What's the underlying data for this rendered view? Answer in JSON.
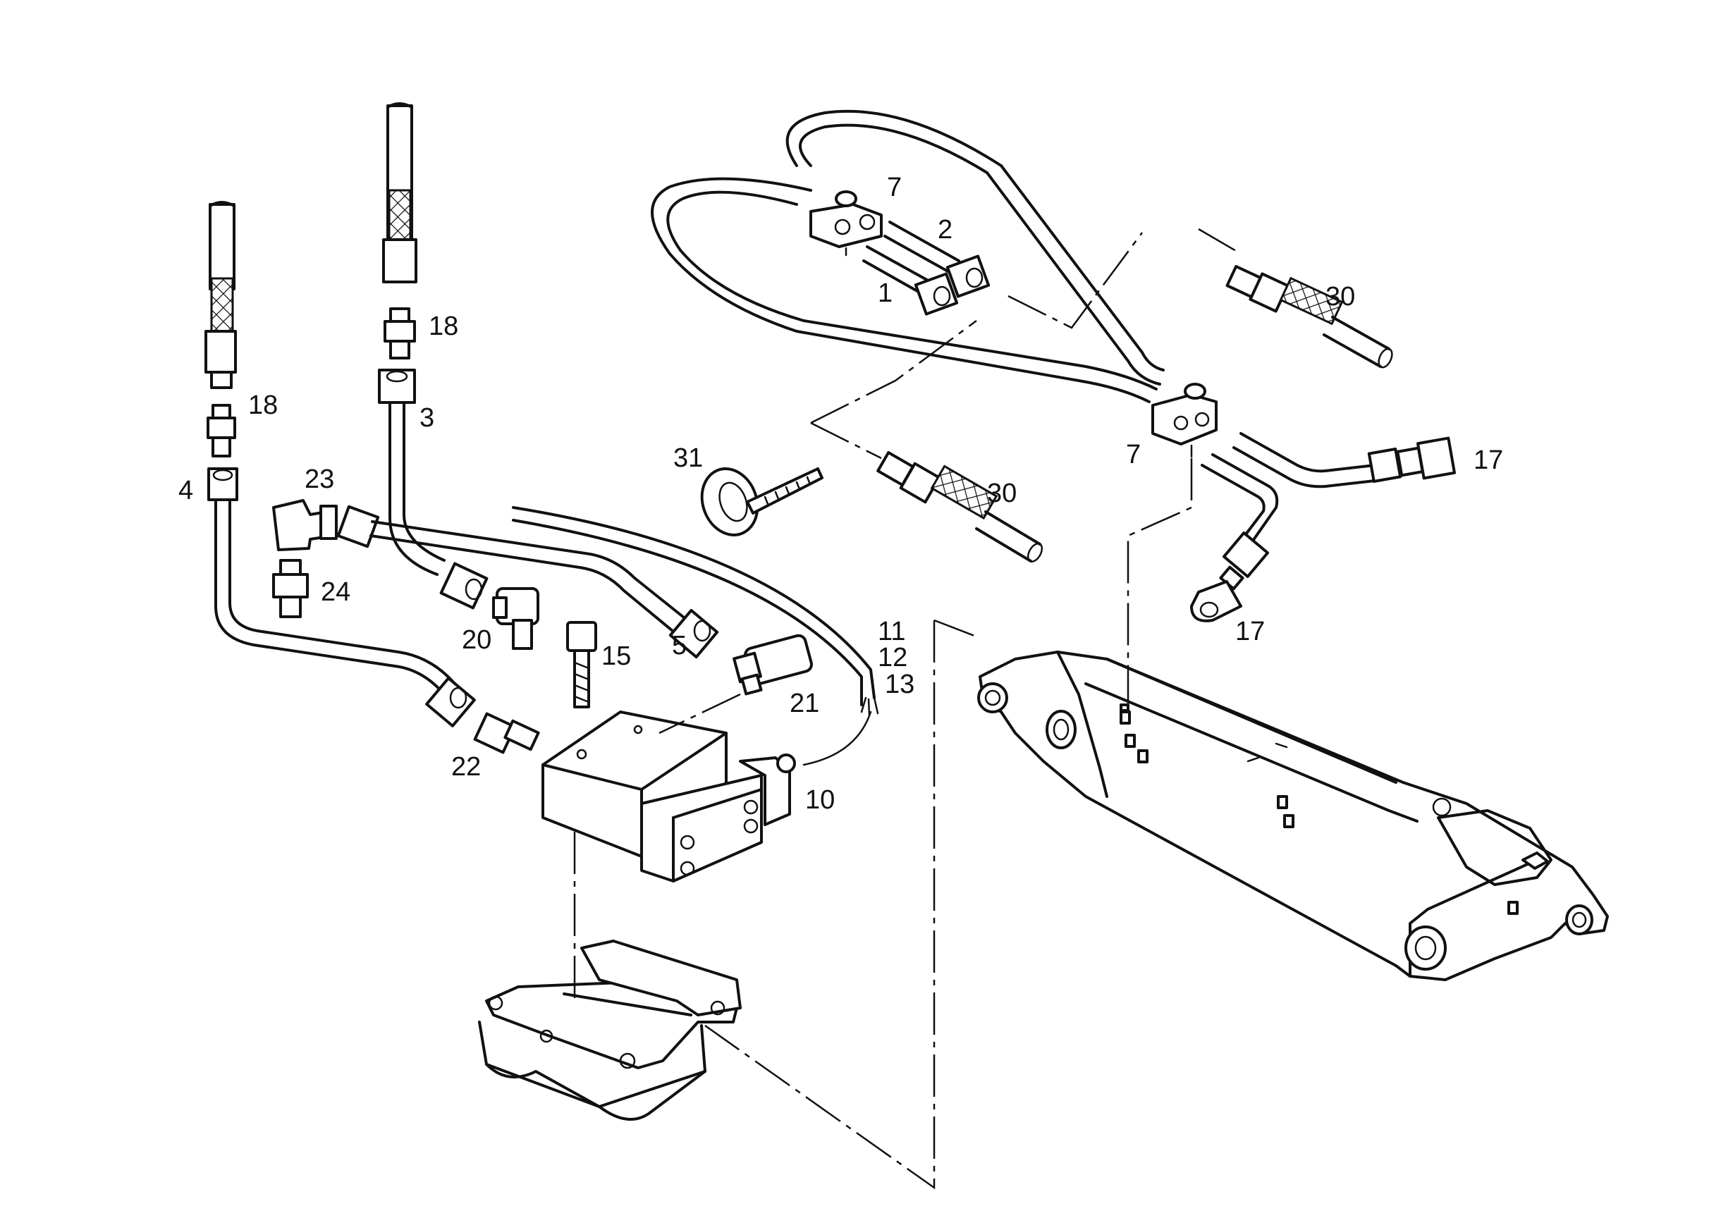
{
  "diagram": {
    "labels": {
      "p1": "1",
      "p2": "2",
      "p3": "3",
      "p4": "4",
      "p5": "5",
      "p7a": "7",
      "p7b": "7",
      "p10": "10",
      "p11": "11",
      "p12": "12",
      "p13": "13",
      "p15": "15",
      "p17a": "17",
      "p17b": "17",
      "p18a": "18",
      "p18b": "18",
      "p20": "20",
      "p21": "21",
      "p22": "22",
      "p23": "23",
      "p24": "24",
      "p30a": "30",
      "p30b": "30",
      "p31": "31"
    }
  }
}
